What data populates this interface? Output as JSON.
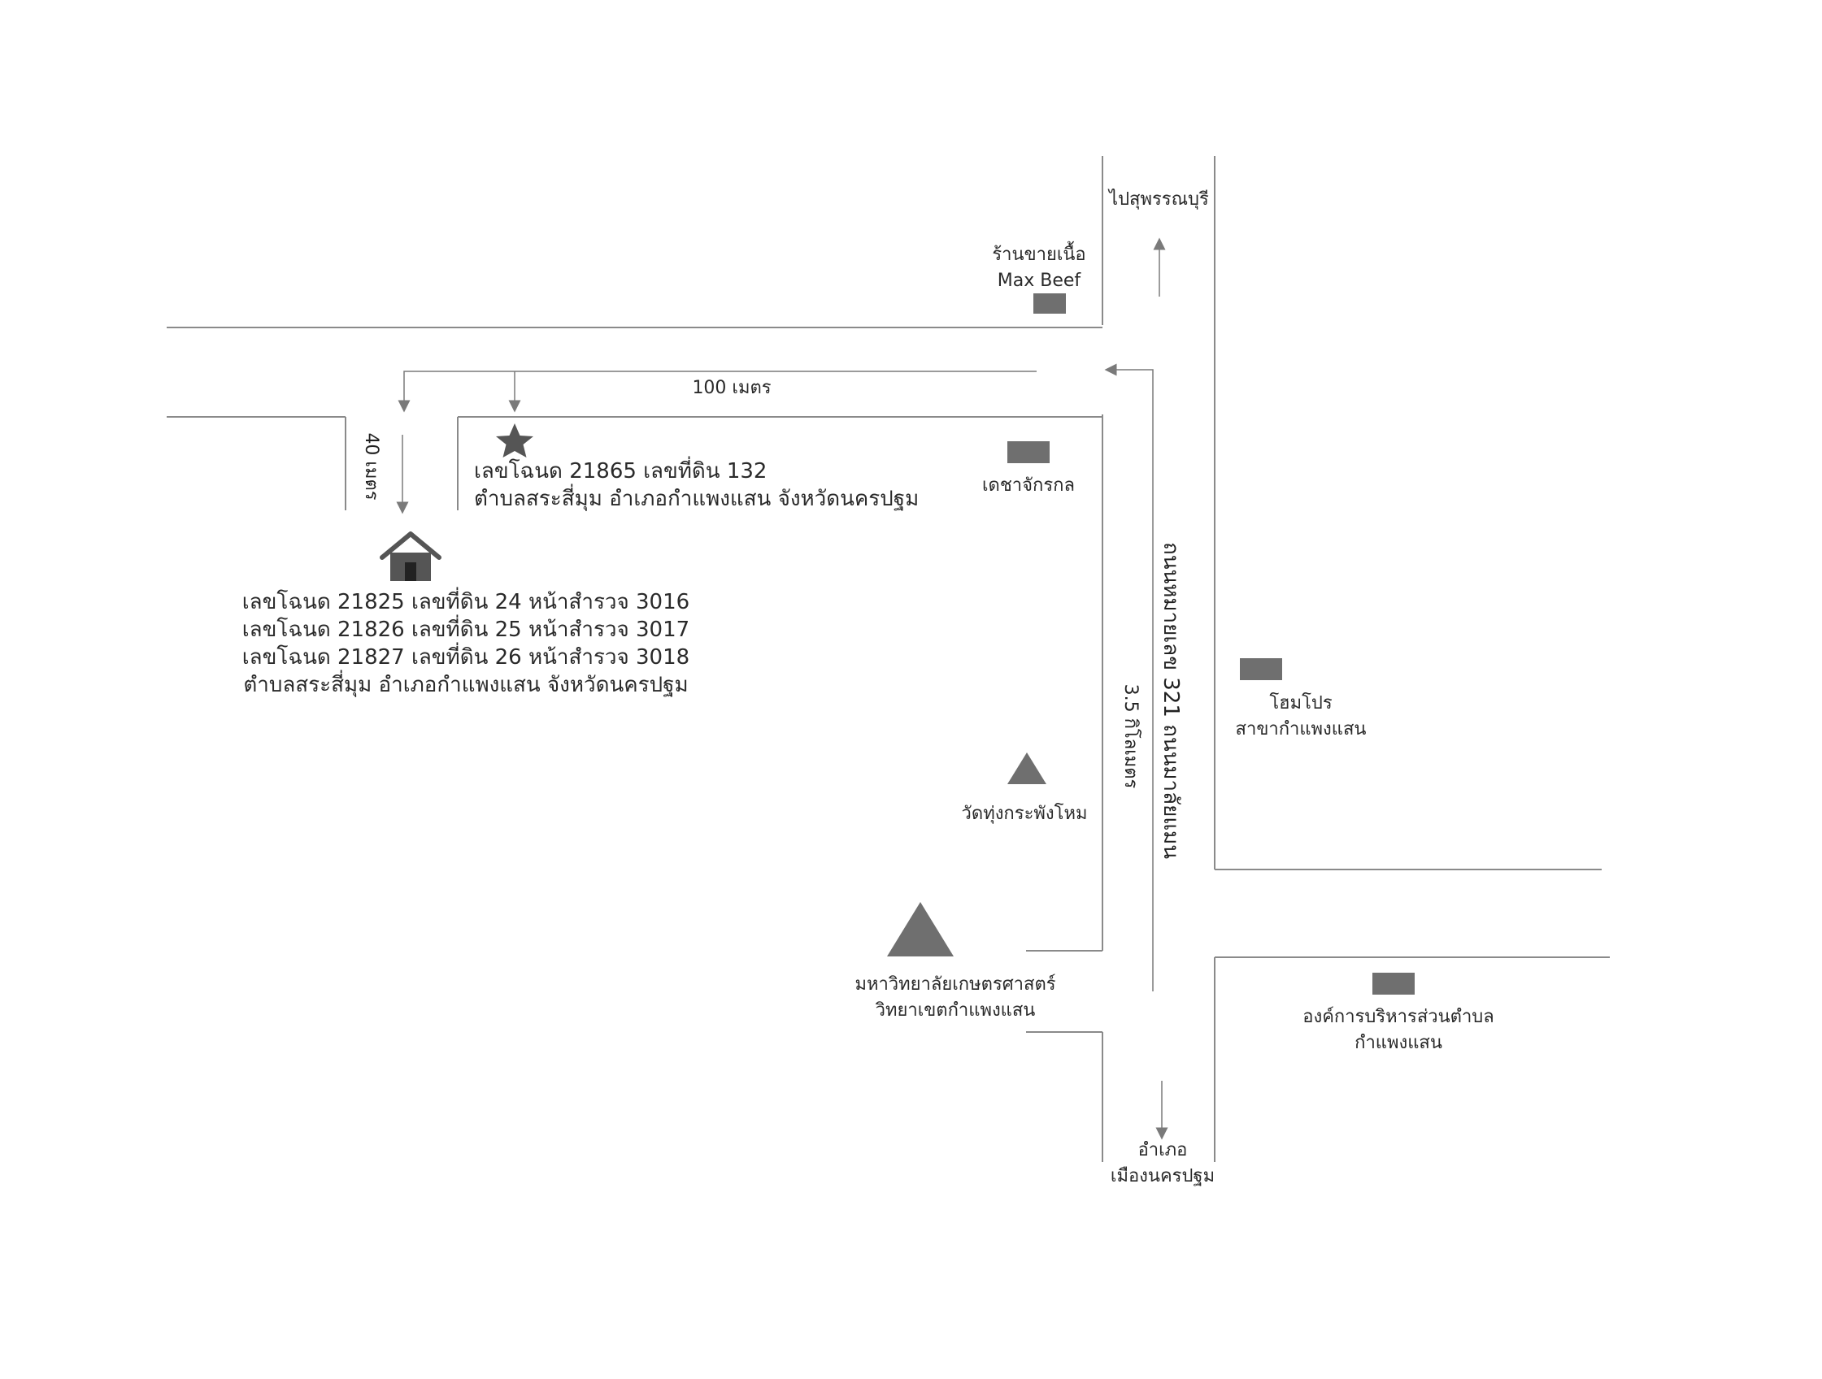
{
  "direction_labels": {
    "north_road": "ไปสุพรรณบุรี",
    "south_road_line1": "อำเภอ",
    "south_road_line2": "เมืองนครปฐม"
  },
  "road_names": {
    "highway": "ถนนหมายเลข 321 ถนนมาลัยแมน"
  },
  "distances": {
    "horizontal": "100 เมตร",
    "vertical_short": "40 เมตร",
    "highway": "3.5 กิโลเมตร"
  },
  "landmarks": {
    "meat_shop_line1": "ร้านขายเนื้อ",
    "meat_shop_line2": "Max Beef",
    "decha": "เดชาจักรกล",
    "homepro_line1": "โฮมโปร",
    "homepro_line2": "สาขากำแพงแสน",
    "temple": "วัดทุ่งกระพังโหม",
    "university_line1": "มหาวิทยาลัยเกษตรศาสตร์",
    "university_line2": "วิทยาเขตกำแพงแสน",
    "sao_line1": "องค์การบริหารส่วนตำบล",
    "sao_line2": "กำแพงแสน"
  },
  "plots": {
    "star_line1": "เลขโฉนด 21865 เลขที่ดิน 132",
    "star_line2": "ตำบลสระสี่มุม อำเภอกำแพงแสน จังหวัดนครปฐม",
    "house_lines": [
      "เลขโฉนด 21825 เลขที่ดิน 24 หน้าสำรวจ 3016",
      "เลขโฉนด 21826 เลขที่ดิน 25 หน้าสำรวจ 3017",
      "เลขโฉนด 21827 เลขที่ดิน 26 หน้าสำรวจ 3018",
      "ตำบลสระสี่มุม อำเภอกำแพงแสน จังหวัดนครปฐม"
    ]
  },
  "colors": {
    "road_line": "#8a8a8a",
    "marker_gray": "#6f6f6f",
    "text": "#2a2a2a"
  },
  "icons": {
    "star": "star-icon",
    "house": "house-icon",
    "temple": "triangle-icon",
    "university": "triangle-icon",
    "building": "rectangle-icon",
    "arrow": "arrow-icon"
  }
}
